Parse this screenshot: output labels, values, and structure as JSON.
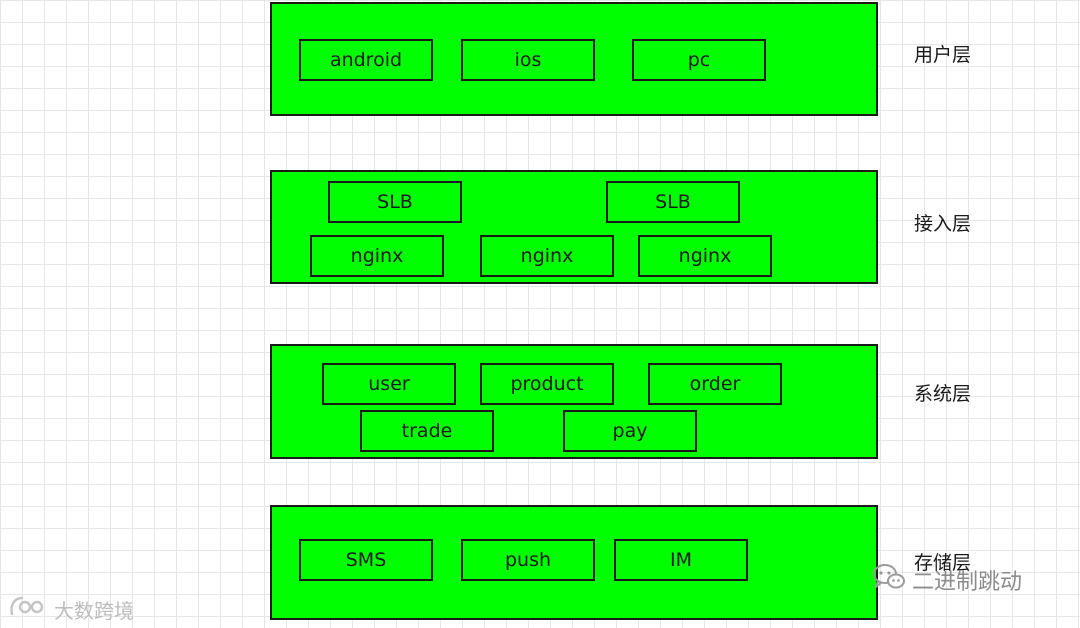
{
  "layers": [
    {
      "label": "用户层",
      "nodes": [
        "android",
        "ios",
        "pc"
      ]
    },
    {
      "label": "接入层",
      "nodes": [
        "SLB",
        "SLB",
        "nginx",
        "nginx",
        "nginx"
      ]
    },
    {
      "label": "系统层",
      "nodes": [
        "user",
        "product",
        "order",
        "trade",
        "pay"
      ]
    },
    {
      "label": "存储层",
      "nodes": [
        "SMS",
        "push",
        "IM"
      ]
    }
  ],
  "watermarks": {
    "left": "大数跨境",
    "right": "二进制跳动"
  },
  "colors": {
    "layer_fill": "#00ff00",
    "border": "#1a1a1a",
    "grid": "#e6e6e6"
  }
}
